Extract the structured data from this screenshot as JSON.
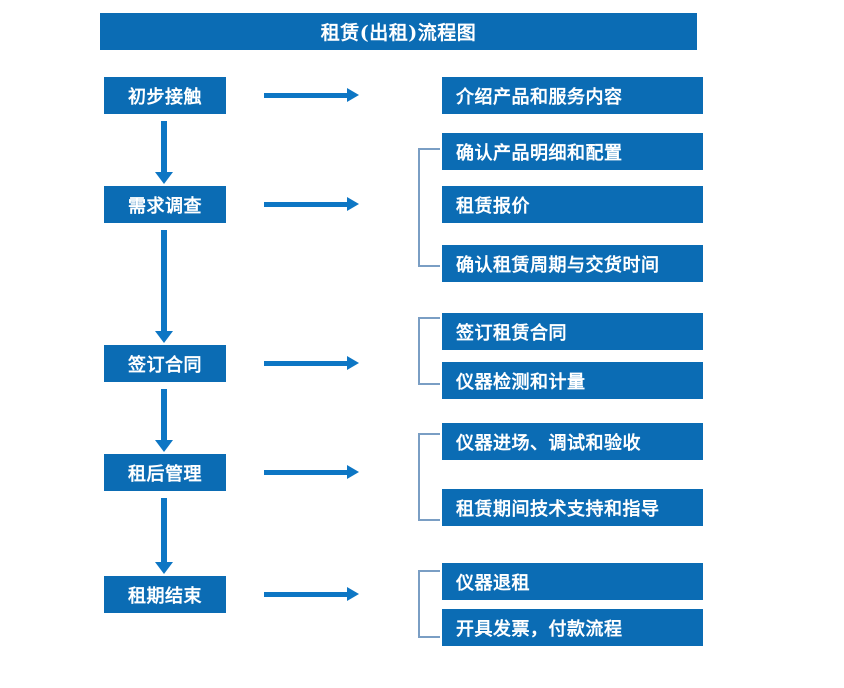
{
  "title": "租赁(出租)流程图",
  "colors": {
    "box_fill": "#0b6cb4",
    "arrow": "#0d76c4",
    "bracket": "#7a9ec4",
    "text": "#ffffff",
    "background": "#ffffff"
  },
  "stages": [
    {
      "id": "stage-1",
      "label": "初步接触"
    },
    {
      "id": "stage-2",
      "label": "需求调查"
    },
    {
      "id": "stage-3",
      "label": "签订合同"
    },
    {
      "id": "stage-4",
      "label": "租后管理"
    },
    {
      "id": "stage-5",
      "label": "租期结束"
    }
  ],
  "details": [
    {
      "id": "detail-1",
      "label": "介绍产品和服务内容"
    },
    {
      "id": "detail-2",
      "label": "确认产品明细和配置"
    },
    {
      "id": "detail-3",
      "label": "租赁报价"
    },
    {
      "id": "detail-4",
      "label": "确认租赁周期与交货时间"
    },
    {
      "id": "detail-5",
      "label": "签订租赁合同"
    },
    {
      "id": "detail-6",
      "label": "仪器检测和计量"
    },
    {
      "id": "detail-7",
      "label": "仪器进场、调试和验收"
    },
    {
      "id": "detail-8",
      "label": "租赁期间技术支持和指导"
    },
    {
      "id": "detail-9",
      "label": "仪器退租"
    },
    {
      "id": "detail-10",
      "label": "开具发票，付款流程"
    }
  ],
  "groups": [
    {
      "id": "group-1",
      "stage": "需求调查",
      "members": [
        "确认产品明细和配置",
        "租赁报价",
        "确认租赁周期与交货时间"
      ]
    },
    {
      "id": "group-2",
      "stage": "签订合同",
      "members": [
        "签订租赁合同",
        "仪器检测和计量"
      ]
    },
    {
      "id": "group-3",
      "stage": "租后管理",
      "members": [
        "仪器进场、调试和验收",
        "租赁期间技术支持和指导"
      ]
    },
    {
      "id": "group-4",
      "stage": "租期结束",
      "members": [
        "仪器退租",
        "开具发票，付款流程"
      ]
    }
  ],
  "flow_arrows": {
    "horizontal_count": 5,
    "vertical_count": 4
  }
}
